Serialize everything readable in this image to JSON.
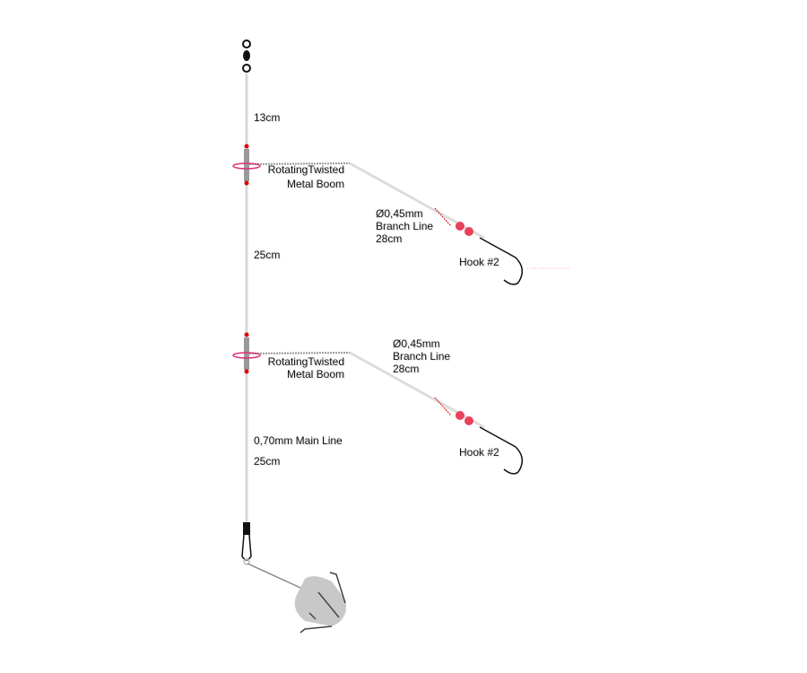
{
  "colors": {
    "line": "#dcdcdc",
    "bead": "#e8415a",
    "stopper": "#e00000",
    "arrow": "#e0307a",
    "hook": "#111111",
    "sinker": "#c8c8c8"
  },
  "labels": {
    "top_length": "13cm",
    "boom1_line1": "RotatingTwisted",
    "boom1_line2": "Metal Boom",
    "branch1_diameter": "Ø0,45mm",
    "branch1_name": "Branch Line",
    "branch1_length": "28cm",
    "hook1": "Hook #2",
    "mid_length": "25cm",
    "boom2_line1": "RotatingTwisted",
    "boom2_line2": "Metal Boom",
    "branch2_diameter": "Ø0,45mm",
    "branch2_name": "Branch Line",
    "branch2_length": "28cm",
    "hook2": "Hook #2",
    "main_line": "0,70mm Main Line",
    "bottom_length": "25cm"
  }
}
